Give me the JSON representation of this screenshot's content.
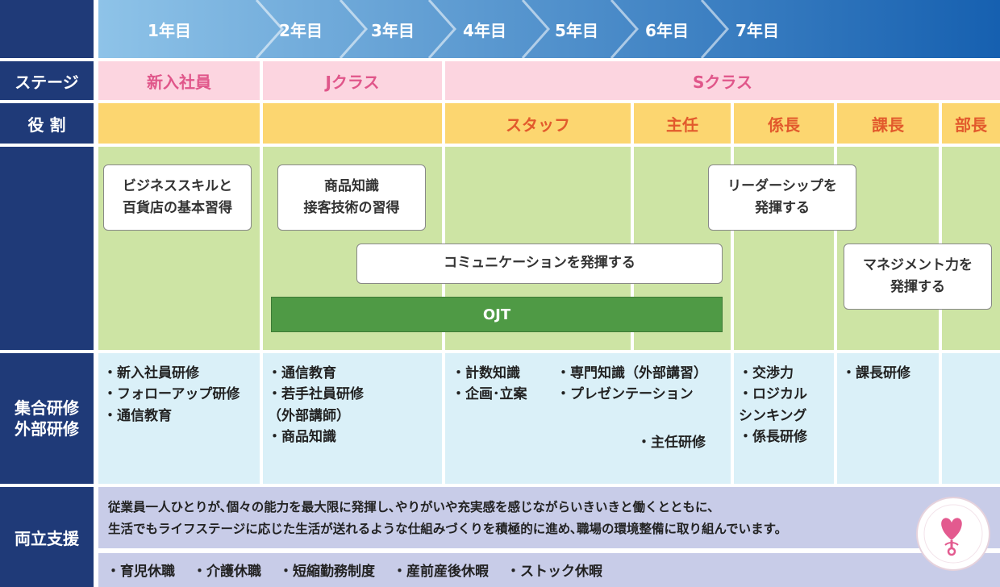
{
  "years": [
    "1年目",
    "2年目",
    "3年目",
    "4年目",
    "5年目",
    "6年目",
    "7年目"
  ],
  "row_headers": {
    "stage": "ステージ",
    "role": "役 割",
    "training": "集合研修\n外部研修",
    "support": "両立支援"
  },
  "stages": {
    "new": "新入社員",
    "j": "Jクラス",
    "s": "Sクラス"
  },
  "roles": {
    "staff": "スタッフ",
    "shunin": "主任",
    "kakaricho": "係長",
    "kacho": "課長",
    "bucho": "部長"
  },
  "goals": {
    "business_skill": "ビジネススキルと\n百貨店の基本習得",
    "product_knowledge": "商品知識\n接客技術の習得",
    "leadership": "リーダーシップを\n発揮する",
    "communication": "コミュニケーションを発揮する",
    "management": "マネジメント力を\n発揮する",
    "ojt": "OJT"
  },
  "training": {
    "col1": "・新入社員研修\n・フォローアップ研修\n・通信教育",
    "col2": "・通信教育\n・若手社員研修\n （外部講師）\n・商品知識",
    "col3a": "・計数知識\n・企画･立案",
    "col3b": "・専門知識（外部講習）\n・プレゼンテーション",
    "col3c": "・主任研修",
    "col4": "・交渉力\n・ロジカル\n シンキング\n・係長研修",
    "col5": "・課長研修"
  },
  "support": {
    "paragraph_line1": "従業員一人ひとりが､個々の能力を最大限に発揮し､やりがいや充実感を感じながらいきいきと働くとともに､",
    "paragraph_line2": "生活でもライフステージに応じた生活が送れるような仕組みづくりを積極的に進め､職場の環境整備に取り組んでいます。",
    "items": [
      "・育児休職",
      "・介護休職",
      "・短縮勤務制度",
      "・産前産後休暇",
      "・ストック休暇"
    ]
  },
  "colors": {
    "header_navy": "#1f3a78",
    "year_gradient_start": "#8ec3e8",
    "year_gradient_end": "#1660b0",
    "stage_pink": "#fcd5e0",
    "role_yellow": "#fcd670",
    "goal_green": "#cde4a4",
    "training_blue": "#daf0f8",
    "support_lavender": "#c8cce8",
    "ojt_green": "#4f9a45"
  },
  "icons": {
    "badge": "kurumin-certification-badge-icon"
  }
}
